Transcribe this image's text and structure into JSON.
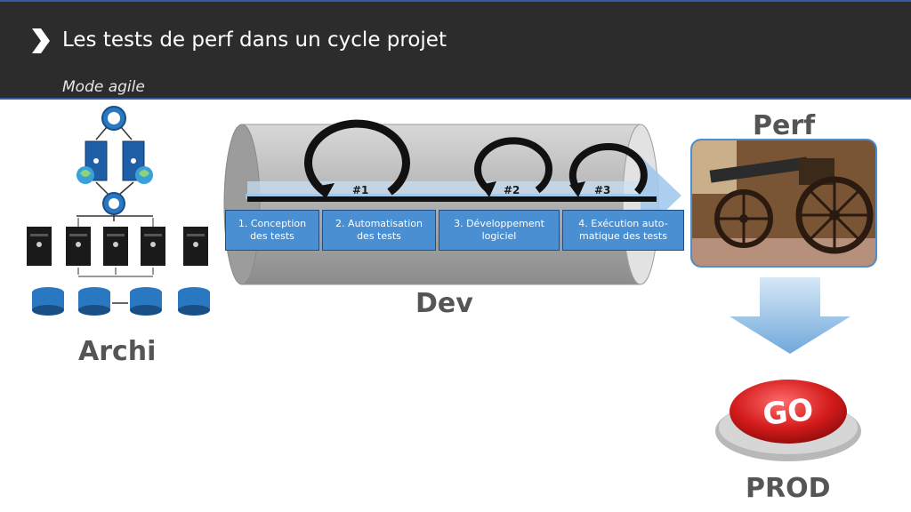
{
  "header": {
    "title": "Les tests de perf dans un cycle projet",
    "subtitle": "Mode agile"
  },
  "labels": {
    "archi": "Archi",
    "dev": "Dev",
    "perf": "Perf",
    "prod": "PROD"
  },
  "iterations": [
    "#1",
    "#2",
    "#3"
  ],
  "steps": [
    "1. Conception des tests",
    "2. Automatisation des tests",
    "3. Développement logiciel",
    "4. Exécution auto-matique des tests"
  ],
  "go_button": {
    "text": "GO"
  },
  "colors": {
    "header_bg": "#2c2c2c",
    "accent_blue": "#4a8fd1",
    "label_gray": "#555555",
    "go_red": "#d31b1b"
  }
}
